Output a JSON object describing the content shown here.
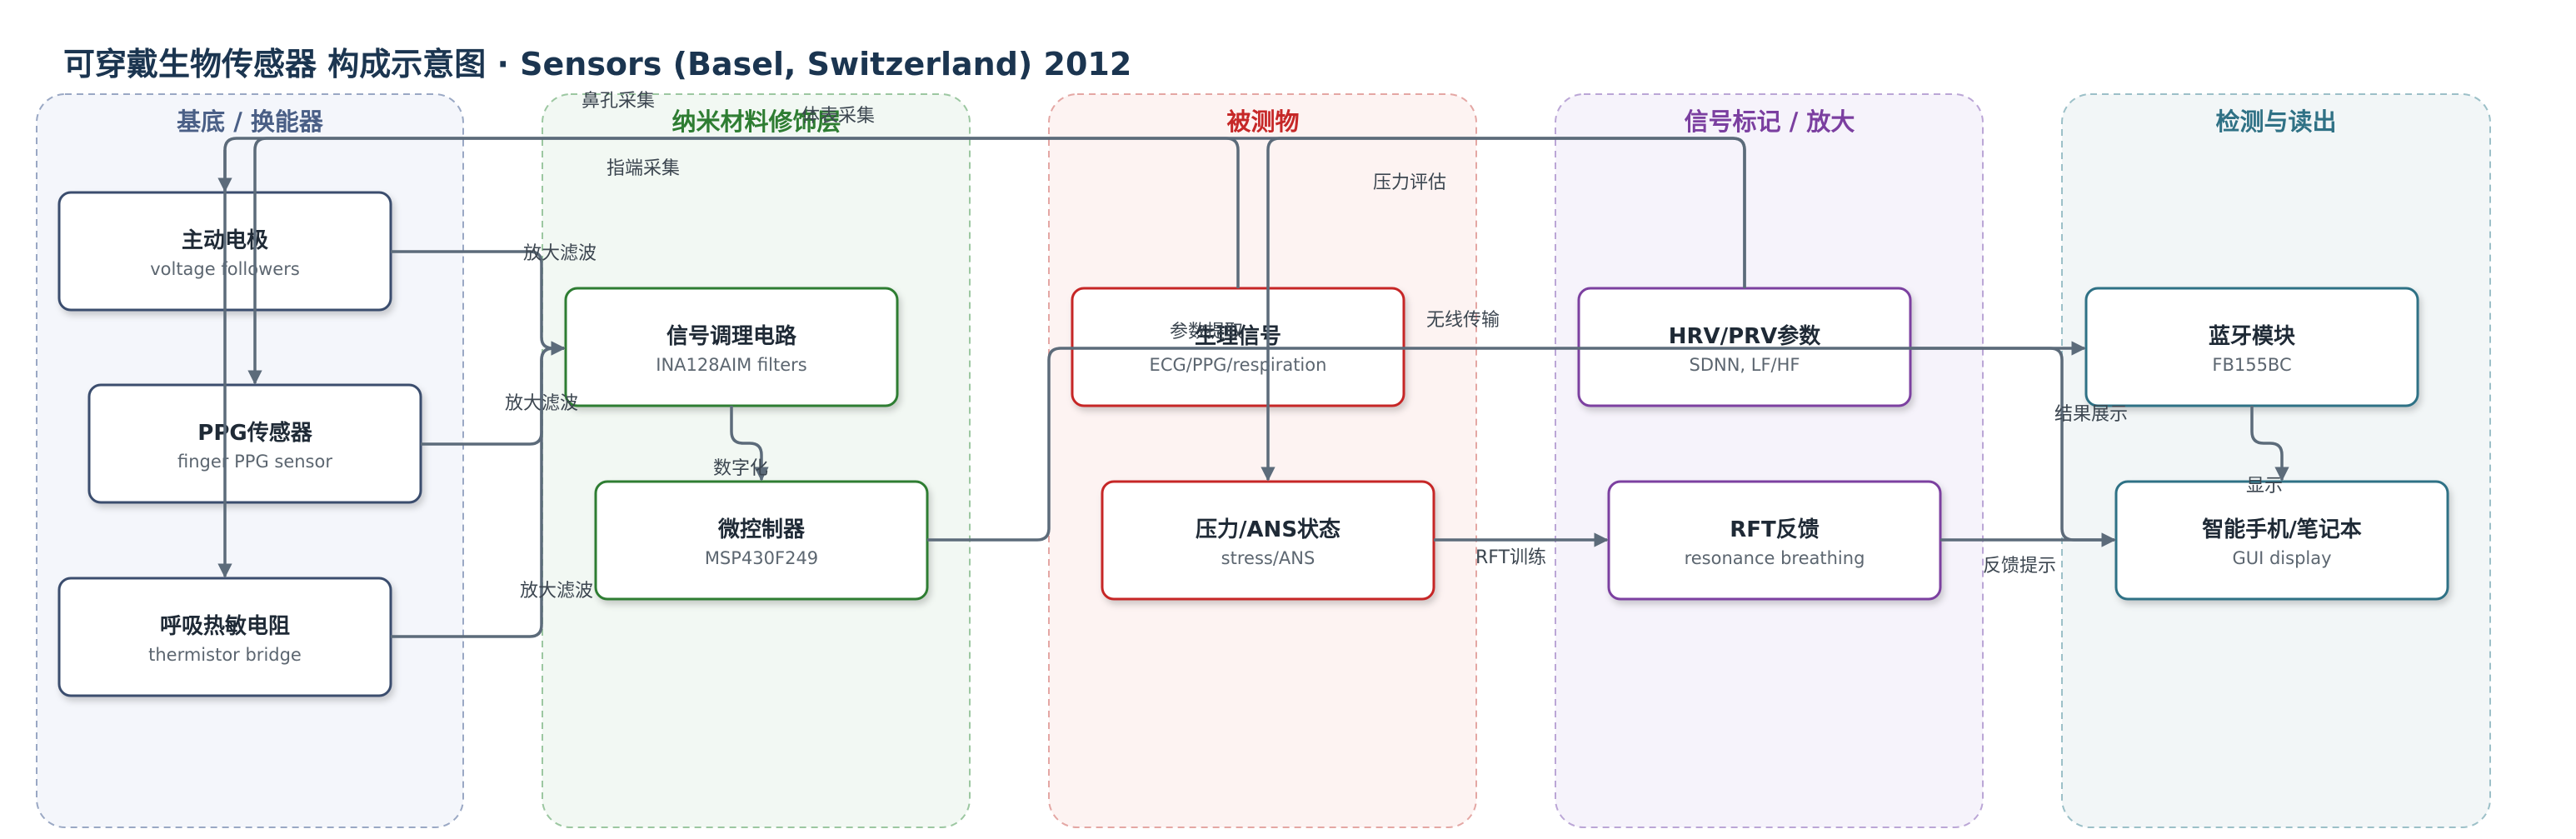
{
  "title": "可穿戴生物传感器 构成示意图 · Sensors (Basel, Switzerland) 2012",
  "colors": {
    "lane_blue": "#5c6f8f",
    "lane_green": "#2e7d32",
    "lane_red": "#c62828",
    "lane_purple": "#7b3fa0",
    "lane_teal": "#2f7185",
    "edge": "#5c6b7a"
  },
  "lanes": [
    {
      "id": "substrate",
      "title": "基底 / 换能器"
    },
    {
      "id": "nano",
      "title": "纳米材料修饰层"
    },
    {
      "id": "analyte",
      "title": "被测物"
    },
    {
      "id": "signal",
      "title": "信号标记 / 放大"
    },
    {
      "id": "readout",
      "title": "检测与读出"
    }
  ],
  "nodes": [
    {
      "id": "electrode",
      "title": "主动电极",
      "sub": "voltage followers"
    },
    {
      "id": "ppg",
      "title": "PPG传感器",
      "sub": "finger PPG sensor"
    },
    {
      "id": "thermistor",
      "title": "呼吸热敏电阻",
      "sub": "thermistor bridge"
    },
    {
      "id": "conditioning",
      "title": "信号调理电路",
      "sub": "INA128AIM filters"
    },
    {
      "id": "mcu",
      "title": "微控制器",
      "sub": "MSP430F249"
    },
    {
      "id": "physio",
      "title": "生理信号",
      "sub": "ECG/PPG/respiration"
    },
    {
      "id": "stress",
      "title": "压力/ANS状态",
      "sub": "stress/ANS"
    },
    {
      "id": "hrv",
      "title": "HRV/PRV参数",
      "sub": "SDNN, LF/HF"
    },
    {
      "id": "rft",
      "title": "RFT反馈",
      "sub": "resonance breathing"
    },
    {
      "id": "bluetooth",
      "title": "蓝牙模块",
      "sub": "FB155BC"
    },
    {
      "id": "smartphone",
      "title": "智能手机/笔记本",
      "sub": "GUI display"
    }
  ],
  "edge_labels": {
    "nose": "鼻孔采集",
    "body_surface": "体表采集",
    "fingertip": "指端采集",
    "pressure_eval": "压力评估",
    "amp1": "放大滤波",
    "amp2": "放大滤波",
    "amp3": "放大滤波",
    "digitize": "数字化",
    "param_extract": "参数提取",
    "wireless": "无线传输",
    "result": "结果展示",
    "display": "显示",
    "rft_train": "RFT训练",
    "feedback": "反馈提示"
  }
}
